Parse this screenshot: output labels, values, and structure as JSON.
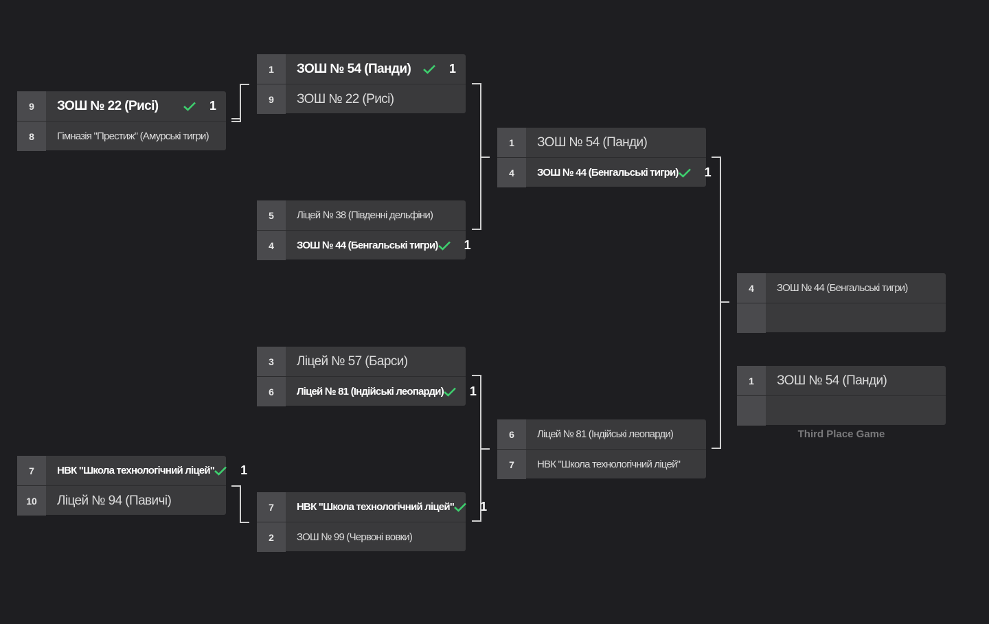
{
  "bracket": {
    "left": {
      "m1": {
        "a": {
          "seed": "9",
          "name": "ЗОШ № 22 (Рисі)",
          "score": "1"
        },
        "b": {
          "seed": "8",
          "name": "Гімназія \"Престиж\" (Амурські тигри)"
        }
      },
      "m2": {
        "a": {
          "seed": "7",
          "name": "НВК \"Школа технологічний ліцей\"",
          "score": "1"
        },
        "b": {
          "seed": "10",
          "name": "Ліцей № 94 (Павичі)"
        }
      }
    },
    "r1": {
      "m1": {
        "a": {
          "seed": "1",
          "name": "ЗОШ № 54 (Панди)",
          "score": "1"
        },
        "b": {
          "seed": "9",
          "name": "ЗОШ № 22 (Рисі)"
        }
      },
      "m2": {
        "a": {
          "seed": "5",
          "name": "Ліцей № 38 (Південні дельфіни)"
        },
        "b": {
          "seed": "4",
          "name": "ЗОШ № 44 (Бенгальські тигри)",
          "score": "1"
        }
      },
      "m3": {
        "a": {
          "seed": "3",
          "name": "Ліцей № 57 (Барси)"
        },
        "b": {
          "seed": "6",
          "name": "Ліцей № 81 (Індійські леопарди)",
          "score": "1"
        }
      },
      "m4": {
        "a": {
          "seed": "7",
          "name": "НВК \"Школа технологічний ліцей\"",
          "score": "1"
        },
        "b": {
          "seed": "2",
          "name": "ЗОШ № 99 (Червоні вовки)"
        }
      }
    },
    "semi": {
      "m1": {
        "a": {
          "seed": "1",
          "name": "ЗОШ № 54 (Панди)"
        },
        "b": {
          "seed": "4",
          "name": "ЗОШ № 44 (Бенгальські тигри)",
          "score": "1"
        }
      },
      "m2": {
        "a": {
          "seed": "6",
          "name": "Ліцей № 81 (Індійські леопарди)"
        },
        "b": {
          "seed": "7",
          "name": "НВК \"Школа технологічний ліцей\""
        }
      }
    },
    "final": {
      "a": {
        "seed": "4",
        "name": "ЗОШ № 44 (Бенгальські тигри)"
      }
    },
    "third": {
      "a": {
        "seed": "1",
        "name": "ЗОШ № 54 (Панди)"
      },
      "caption": "Third Place Game"
    }
  },
  "colors": {
    "check": "#3ecf6e",
    "line": "#d0d0d0"
  }
}
